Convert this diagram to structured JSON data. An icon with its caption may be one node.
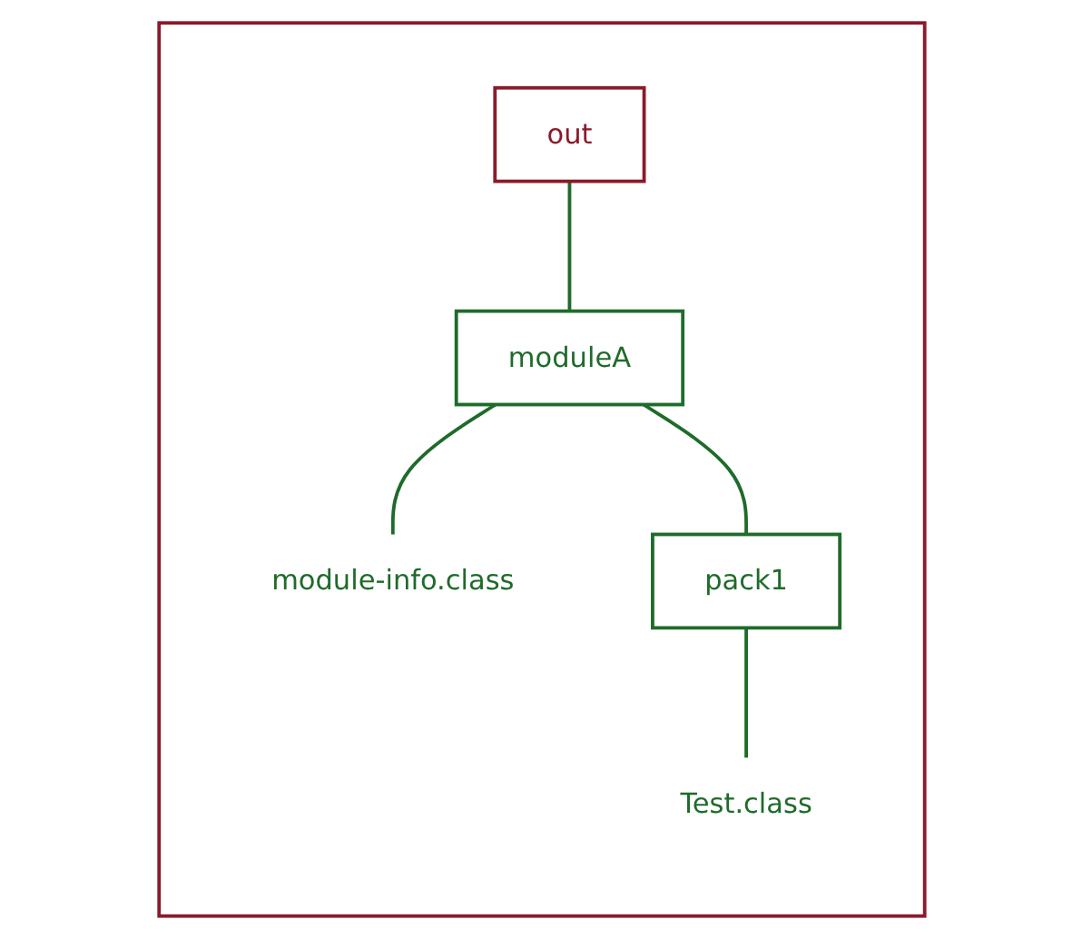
{
  "diagram": {
    "nodes": [
      {
        "text": [],
        "shape": "box"
      },
      {
        "text": [
          "out"
        ],
        "in": 0
      },
      {
        "text": [
          "moduleA"
        ],
        "in": 0
      },
      {
        "text": [
          "module-info.class"
        ],
        "in": 0
      },
      {
        "text": [
          "pack1"
        ],
        "in": 0
      },
      {
        "text": [
          "Test.class"
        ],
        "in": 0
      }
    ],
    "edges": [
      {
        "from": 1,
        "to": 2,
        "arrow": "none"
      },
      {
        "from": 2,
        "to": 3,
        "arrow": "none"
      },
      {
        "from": 2,
        "to": 4,
        "arrow": "none"
      },
      {
        "from": 4,
        "to": 5,
        "arrow": "none"
      }
    ]
  }
}
